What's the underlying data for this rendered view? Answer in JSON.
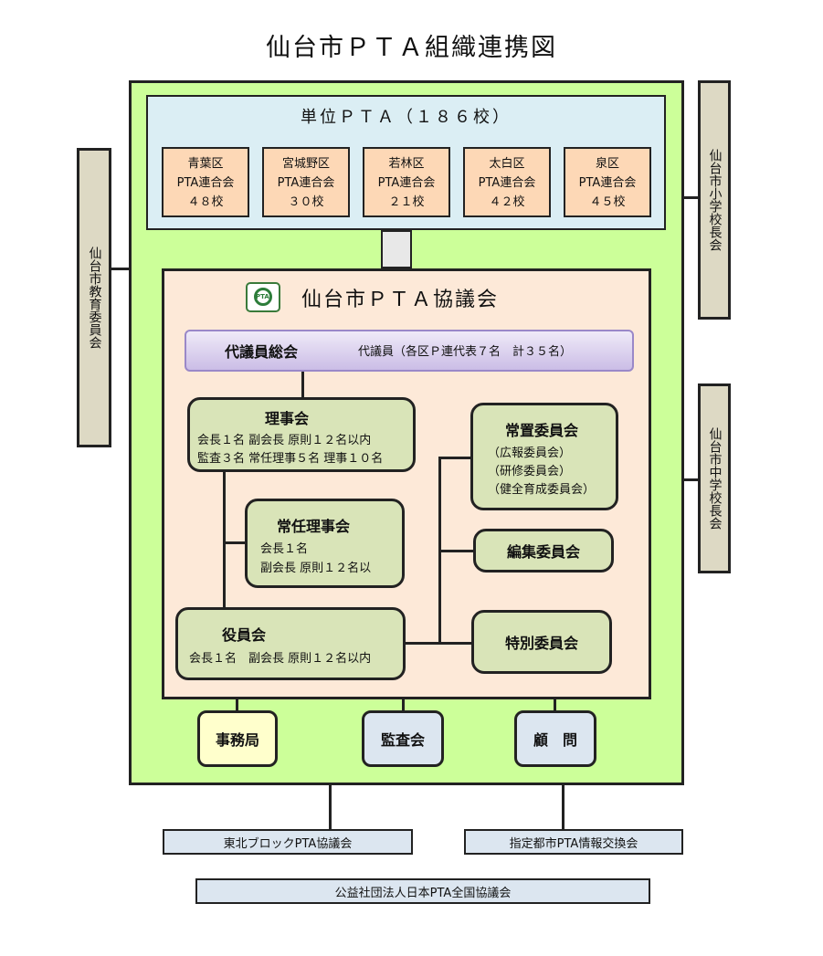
{
  "title": "仙台市ＰＴＡ組織連携図",
  "unit_pta": {
    "title": "単位ＰＴＡ（１８６校）",
    "wards": [
      {
        "name": "青葉区",
        "org": "PTA連合会",
        "count": "４８校"
      },
      {
        "name": "宮城野区",
        "org": "PTA連合会",
        "count": "３０校"
      },
      {
        "name": "若林区",
        "org": "PTA連合会",
        "count": "２１校"
      },
      {
        "name": "太白区",
        "org": "PTA連合会",
        "count": "４２校"
      },
      {
        "name": "泉区",
        "org": "PTA連合会",
        "count": "４５校"
      }
    ]
  },
  "council": {
    "title": "仙台市ＰＴＡ協議会",
    "logo_icon": "pta-logo-icon",
    "logo_text": "PTA",
    "delegates": {
      "name": "代議員総会",
      "detail": "代議員（各区Ｐ連代表７名　計３５名）"
    },
    "board": {
      "title": "理事会",
      "line1": "会長１名 副会長 原則１２名以内",
      "line2": "監査３名 常任理事５名 理事１０名"
    },
    "standing_board": {
      "title": "常任理事会",
      "line1": "会長１名",
      "line2": "副会長 原則１２名以"
    },
    "officers": {
      "title": "役員会",
      "line1": "会長１名　副会長 原則１２名以内"
    },
    "standing_committee": {
      "title": "常置委員会",
      "items": [
        "（広報委員会）",
        "（研修委員会）",
        "（健全育成委員会）"
      ]
    },
    "editorial_committee": {
      "title": "編集委員会"
    },
    "special_committee": {
      "title": "特別委員会"
    }
  },
  "bottom": {
    "secretariat": "事務局",
    "audit": "監査会",
    "advisor": "顧　問"
  },
  "side": {
    "board_of_education": "仙台市教育委員会",
    "elementary_principals": "仙台市小学校長会",
    "junior_high_principals": "仙台市中学校長会"
  },
  "external": {
    "tohoku": "東北ブロックPTA協議会",
    "designated_cities": "指定都市PTA情報交換会",
    "national": "公益社団法人日本PTA全国協議会"
  }
}
